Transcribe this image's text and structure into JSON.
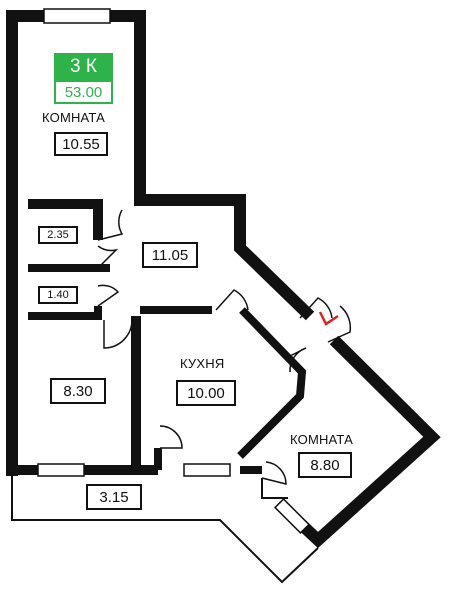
{
  "apartment": {
    "type_label": "3 К",
    "total_area": "53.00"
  },
  "rooms": {
    "room_1": {
      "name": "КОМНАТА",
      "area": "10.55"
    },
    "bath_1": {
      "area": "2.35"
    },
    "bath_2": {
      "area": "1.40"
    },
    "hall": {
      "area": "11.05"
    },
    "bedroom_small": {
      "area": "8.30"
    },
    "kitchen": {
      "name": "КУХНЯ",
      "area": "10.00"
    },
    "room_2": {
      "name": "КОМНАТА",
      "area": "8.80"
    },
    "balcony": {
      "area": "3.15"
    }
  },
  "colors": {
    "badge_green": "#2db34a",
    "wall": "#111111",
    "entry_marker": "#e02020"
  },
  "icons": {
    "entry": "entry-arrow-icon"
  }
}
